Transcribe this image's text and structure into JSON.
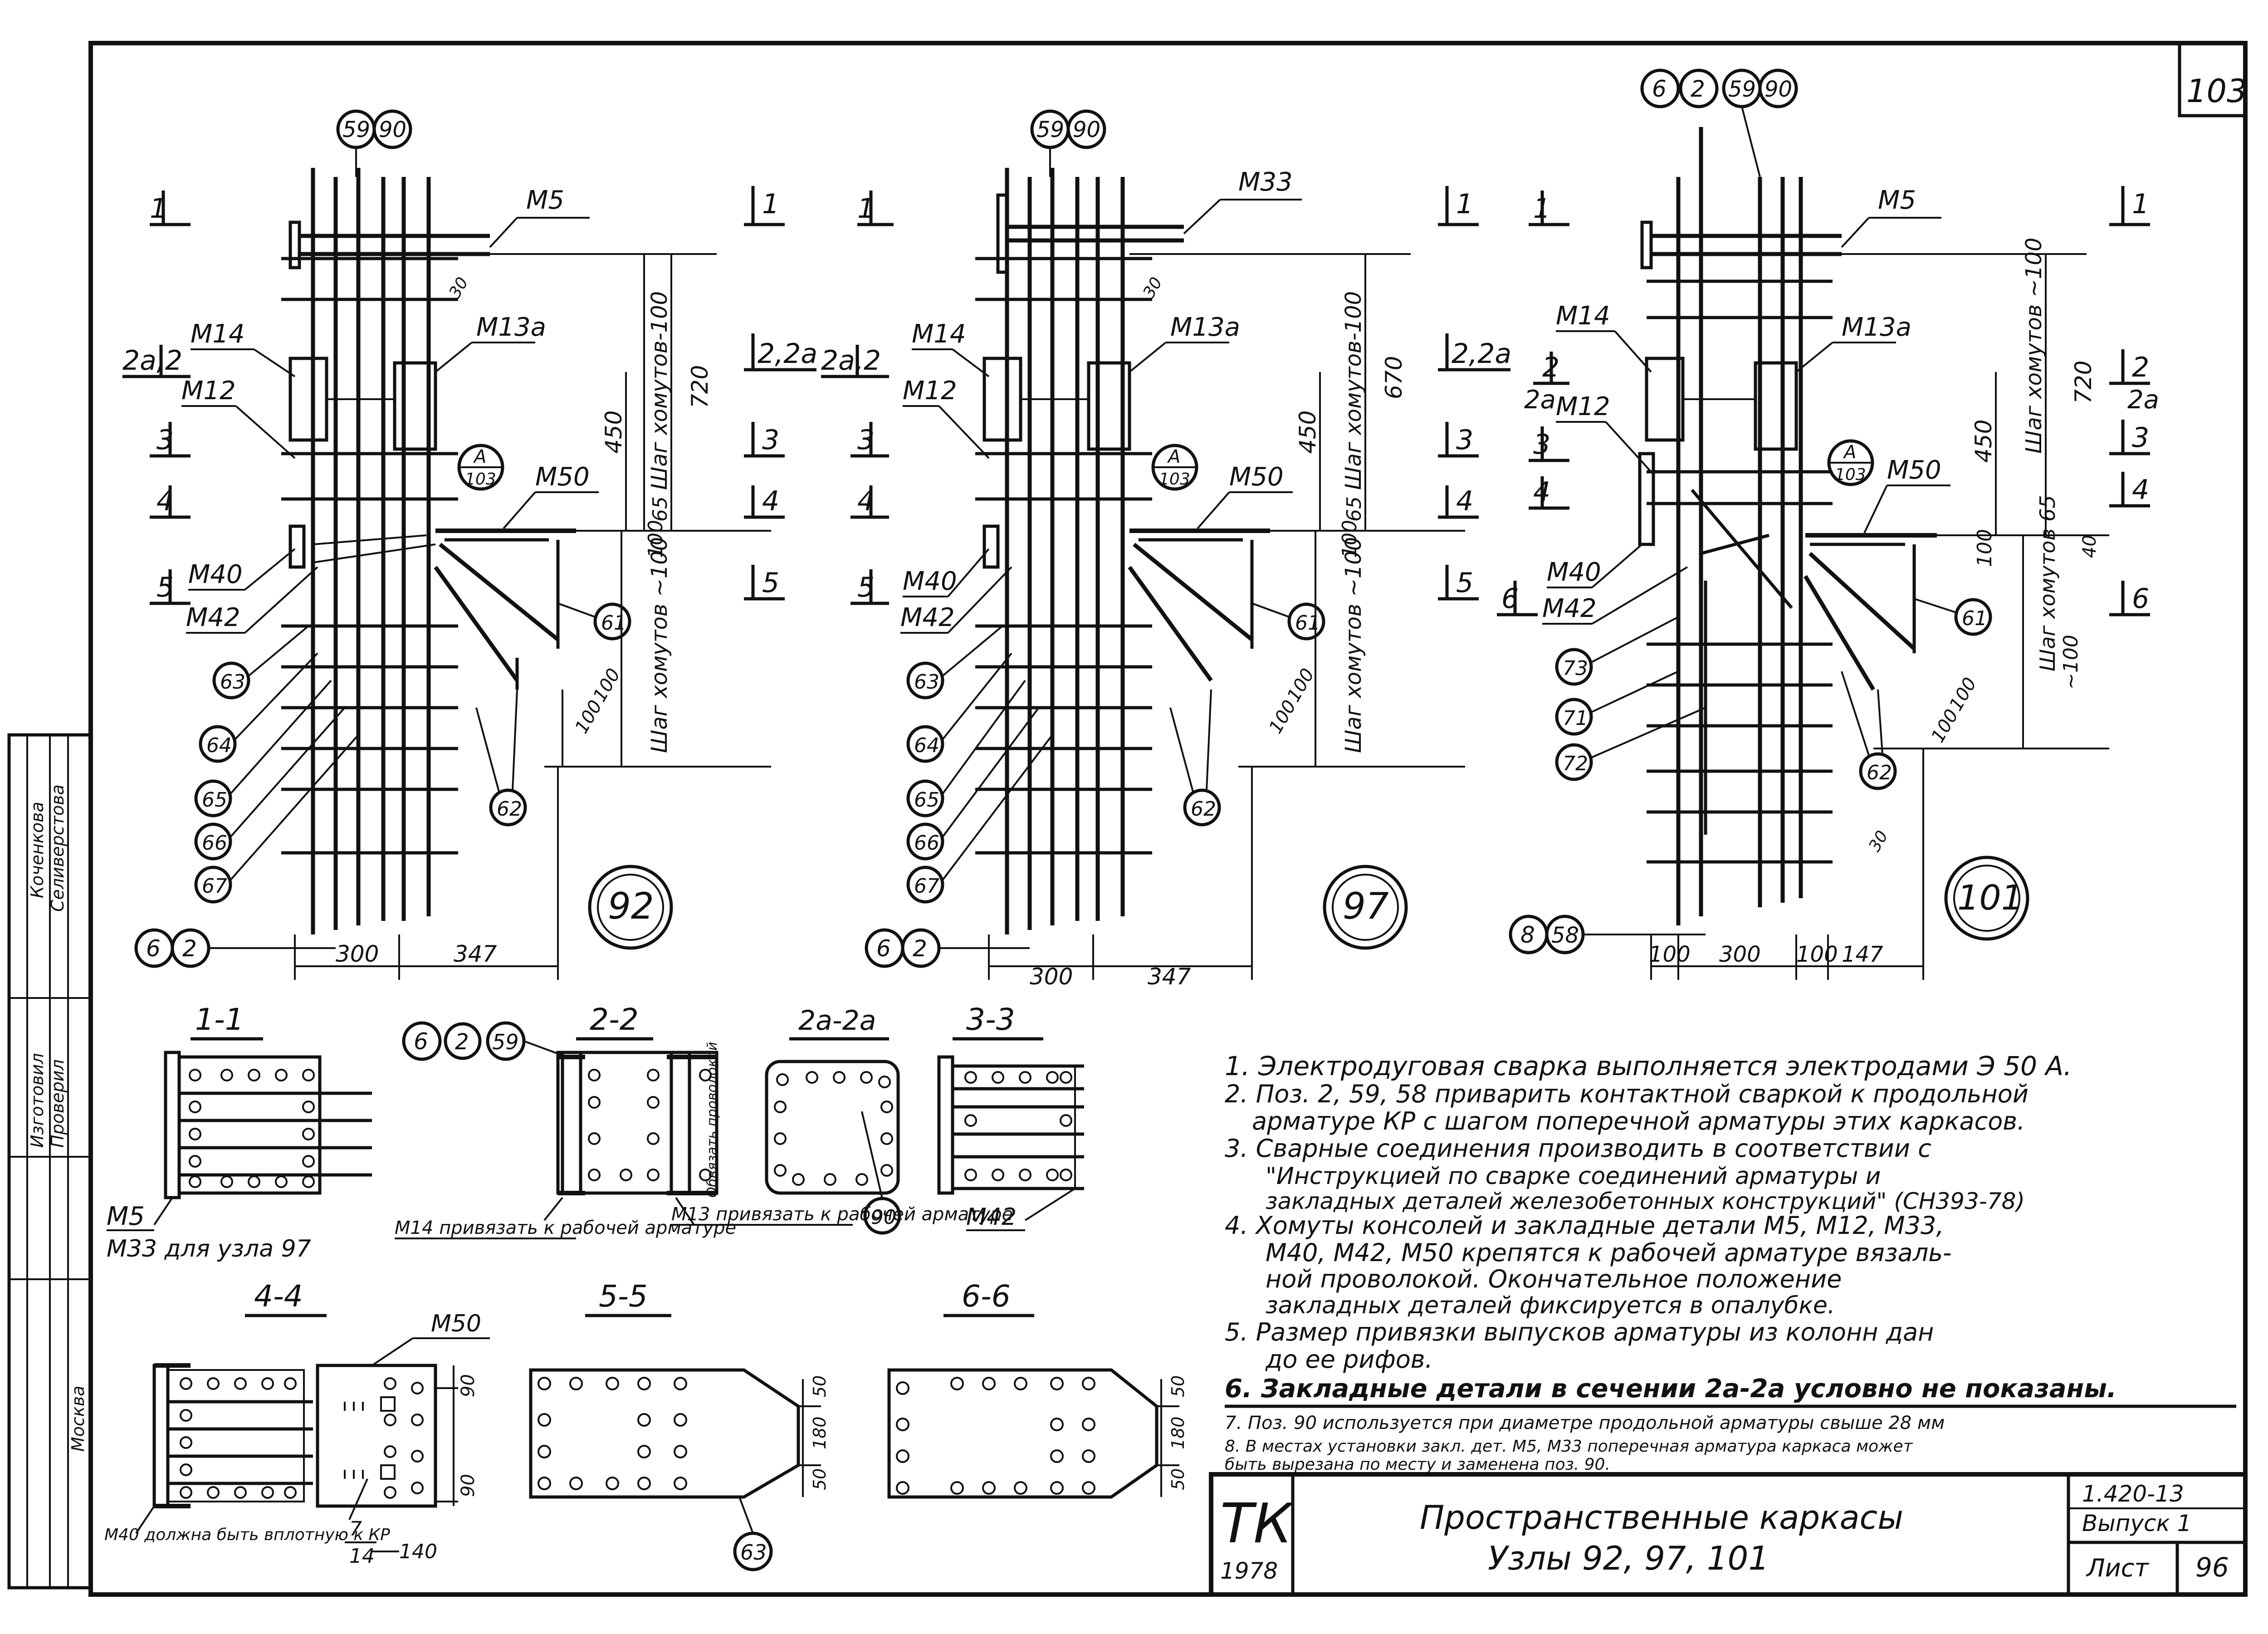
{
  "sheet_number": "103",
  "nodes": [
    {
      "id": "92",
      "top_marks": [
        "59",
        "90"
      ],
      "bottom_marks": [
        "6",
        "2"
      ],
      "section_cuts": [
        "1",
        "2a,2",
        "3",
        "4",
        "5"
      ],
      "right_cuts": [
        "1",
        "2,2a",
        "3",
        "4",
        "5"
      ],
      "labels": [
        "М5",
        "М14",
        "М12",
        "М40",
        "М42",
        "М13а",
        "М50"
      ],
      "dims_bottom": [
        "300",
        "347"
      ],
      "dims_right": [
        "720",
        "450",
        "100",
        "30"
      ],
      "pitch_labels": [
        "Шаг хомутов-100",
        "65",
        "Шаг хомутов ~100",
        "100",
        "100"
      ],
      "pos_marks": [
        "63",
        "64",
        "65",
        "66",
        "67",
        "61",
        "62"
      ],
      "callout": [
        "А",
        "103"
      ]
    },
    {
      "id": "97",
      "top_marks": [
        "59",
        "90"
      ],
      "bottom_marks": [
        "6",
        "2"
      ],
      "section_cuts": [
        "1",
        "2a,2",
        "3",
        "4",
        "5"
      ],
      "right_cuts": [
        "1",
        "2,2a",
        "3",
        "4",
        "5"
      ],
      "labels": [
        "М33",
        "М14",
        "М12",
        "М40",
        "М42",
        "М13а",
        "М50"
      ],
      "dims_bottom": [
        "300",
        "347"
      ],
      "dims_right": [
        "670",
        "450",
        "100",
        "30"
      ],
      "pitch_labels": [
        "Шаг хомутов-100",
        "65",
        "Шаг хомутов ~100",
        "100",
        "100"
      ],
      "pos_marks": [
        "63",
        "64",
        "65",
        "66",
        "67",
        "61",
        "62"
      ],
      "callout": [
        "А",
        "103"
      ]
    },
    {
      "id": "101",
      "top_marks": [
        "6",
        "2",
        "59",
        "90"
      ],
      "bottom_marks": [
        "8",
        "58"
      ],
      "section_cuts": [
        "1",
        "2",
        "2a",
        "3",
        "4",
        "6"
      ],
      "right_cuts": [
        "1",
        "2",
        "2a",
        "3",
        "4",
        "6"
      ],
      "labels": [
        "М5",
        "М14",
        "М12",
        "М40",
        "М42",
        "М13а",
        "М50"
      ],
      "dims_bottom": [
        "100",
        "300",
        "100",
        "147"
      ],
      "dims_right": [
        "720",
        "450",
        "100",
        "40",
        "30"
      ],
      "pitch_labels": [
        "Шаг хомутов ~100",
        "Шаг хомутов 65",
        "~100",
        "100",
        "100"
      ],
      "pos_marks": [
        "73",
        "71",
        "72",
        "61",
        "62"
      ],
      "callout": [
        "А",
        "103"
      ]
    }
  ],
  "sections": {
    "s11": {
      "title": "1-1",
      "caption1": "М5",
      "caption2": "М33 для узла 97"
    },
    "s22": {
      "title": "2-2",
      "marks": [
        "6",
        "2",
        "59"
      ],
      "note_left": "М14 привязать к рабочей арматуре",
      "note_right": "М13 привязать к рабочей арматуре",
      "vertical_note": "Обвязать проволокой"
    },
    "s2a": {
      "title": "2а-2а",
      "mark": "90"
    },
    "s33": {
      "title": "3-3",
      "label": "М42"
    },
    "s44": {
      "title": "4-4",
      "label_m50": "М50",
      "label_m40": "М40 должна быть вплотную к КР",
      "dim_a": "90",
      "dim_b": "90",
      "frac_top": "7",
      "frac_bot": "14",
      "frac_val": "140"
    },
    "s55": {
      "title": "5-5",
      "dim_a": "50",
      "dim_b": "180",
      "dim_c": "50",
      "mark": "63"
    },
    "s66": {
      "title": "6-6",
      "dim_a": "50",
      "dim_b": "180",
      "dim_c": "50"
    }
  },
  "notes": [
    "1. Электродуговая сварка выполняется электродами Э 50 А.",
    "2. Поз. 2, 59, 58 приварить контактной сваркой к продольной",
    "арматуре КР с шагом поперечной арматуры этих каркасов.",
    "3. Сварные соединения производить в соответствии с",
    "\"Инструкцией по сварке соединений арматуры и",
    "закладных деталей железобетонных конструкций\" (СН393-78)",
    "4. Хомуты консолей и закладные детали М5, М12, М33,",
    "М40, М42, М50 крепятся к рабочей арматуре вязаль-",
    "ной проволокой. Окончательное положение",
    "закладных деталей фиксируется в опалубке.",
    "5. Размер привязки выпусков арматуры из колонн дан",
    "до ее рифов.",
    "6. Закладные детали в сечении 2а-2а условно не показаны.",
    "7. Поз. 90 используется при диаметре продольной арматуры свыше 28 мм",
    "8. В местах установки закл. дет. М5, М33 поперечная арматура каркаса может",
    "быть вырезана по месту и заменена поз. 90."
  ],
  "title_block": {
    "logo": "ТК",
    "year": "1978",
    "title1": "Пространственные каркасы",
    "title2": "Узлы 92, 97, 101",
    "series": "1.420-13",
    "issue": "Выпуск 1",
    "sheet_label": "Лист",
    "sheet_value": "96"
  },
  "side_stamp": {
    "row1": "Изготовил",
    "row2": "Проверил",
    "name1": "Коченкова",
    "name2": "Селиверстова",
    "dept": "Москва"
  }
}
